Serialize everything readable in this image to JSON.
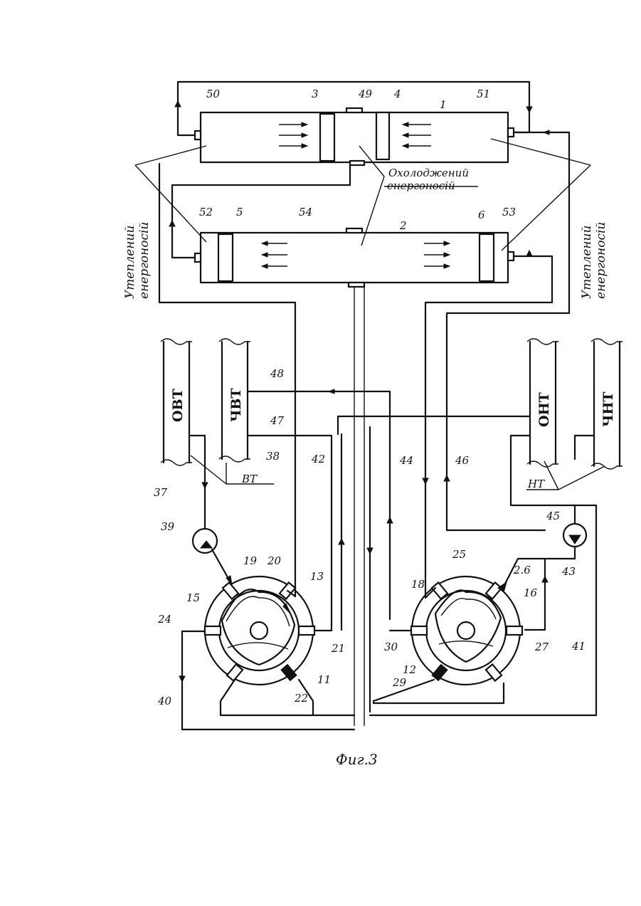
{
  "caption": "Фиг.3",
  "notes": {
    "cooled": [
      "Охолоджений",
      "енергоносій"
    ],
    "heated_left": [
      "Утеплений",
      "енергоносій"
    ],
    "heated_right": [
      "Утеплений",
      "енергоносій"
    ]
  },
  "tanks": {
    "ovt": "ОВТ",
    "chvt": "ЧВТ",
    "vt": "ВТ",
    "ont": "ОНТ",
    "chnt": "ЧНТ",
    "nt": "НТ"
  },
  "refs": {
    "r1": "1",
    "r2": "2",
    "r3": "3",
    "r4": "4",
    "r5": "5",
    "r6": "6",
    "r11": "11",
    "r12": "12",
    "r13": "13",
    "r15": "15",
    "r16": "16",
    "r18": "18",
    "r19": "19",
    "r20": "20",
    "r21": "21",
    "r22": "22",
    "r24": "24",
    "r25": "25",
    "r26": "2.6",
    "r27": "27",
    "r29": "29",
    "r30": "30",
    "r37": "37",
    "r38": "38",
    "r39": "39",
    "r40": "40",
    "r41": "41",
    "r42": "42",
    "r43": "43",
    "r44": "44",
    "r45": "45",
    "r46": "46",
    "r47": "47",
    "r48": "48",
    "r49": "49",
    "r50": "50",
    "r51": "51",
    "r52": "52",
    "r53": "53",
    "r54": "54"
  }
}
